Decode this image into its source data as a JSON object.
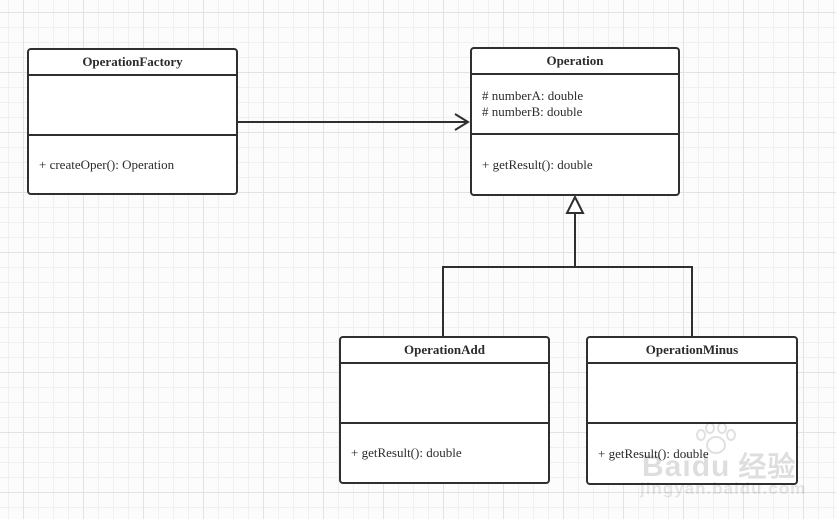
{
  "diagram": {
    "type": "uml-class-diagram",
    "classes": [
      {
        "name": "OperationFactory",
        "title": "OperationFactory",
        "attributes": [],
        "methods": [
          "+ createOper(): Operation"
        ]
      },
      {
        "name": "Operation",
        "title": "Operation",
        "attributes": [
          "# numberA: double",
          "# numberB: double"
        ],
        "methods": [
          "+ getResult(): double"
        ]
      },
      {
        "name": "OperationAdd",
        "title": "OperationAdd",
        "attributes": [],
        "methods": [
          "+ getResult(): double"
        ]
      },
      {
        "name": "OperationMinus",
        "title": "OperationMinus",
        "attributes": [],
        "methods": [
          "+ getResult(): double"
        ]
      }
    ],
    "relations": [
      {
        "type": "association-arrow",
        "from": "OperationFactory",
        "to": "Operation"
      },
      {
        "type": "generalization",
        "from": "OperationAdd",
        "to": "Operation"
      },
      {
        "type": "generalization",
        "from": "OperationMinus",
        "to": "Operation"
      }
    ],
    "colors": {
      "line": "#2f2f2f",
      "box_fill": "#ffffff",
      "grid_minor": "#f0f0f0",
      "grid_major": "#e2e2e2",
      "background": "#fcfcfc",
      "text": "#2b2b2b",
      "watermark": "#dcdcdc"
    }
  },
  "watermark": {
    "brand_left": "Bai",
    "brand_right": "du",
    "suffix": "经验",
    "url": "jingyan.baidu.com"
  }
}
